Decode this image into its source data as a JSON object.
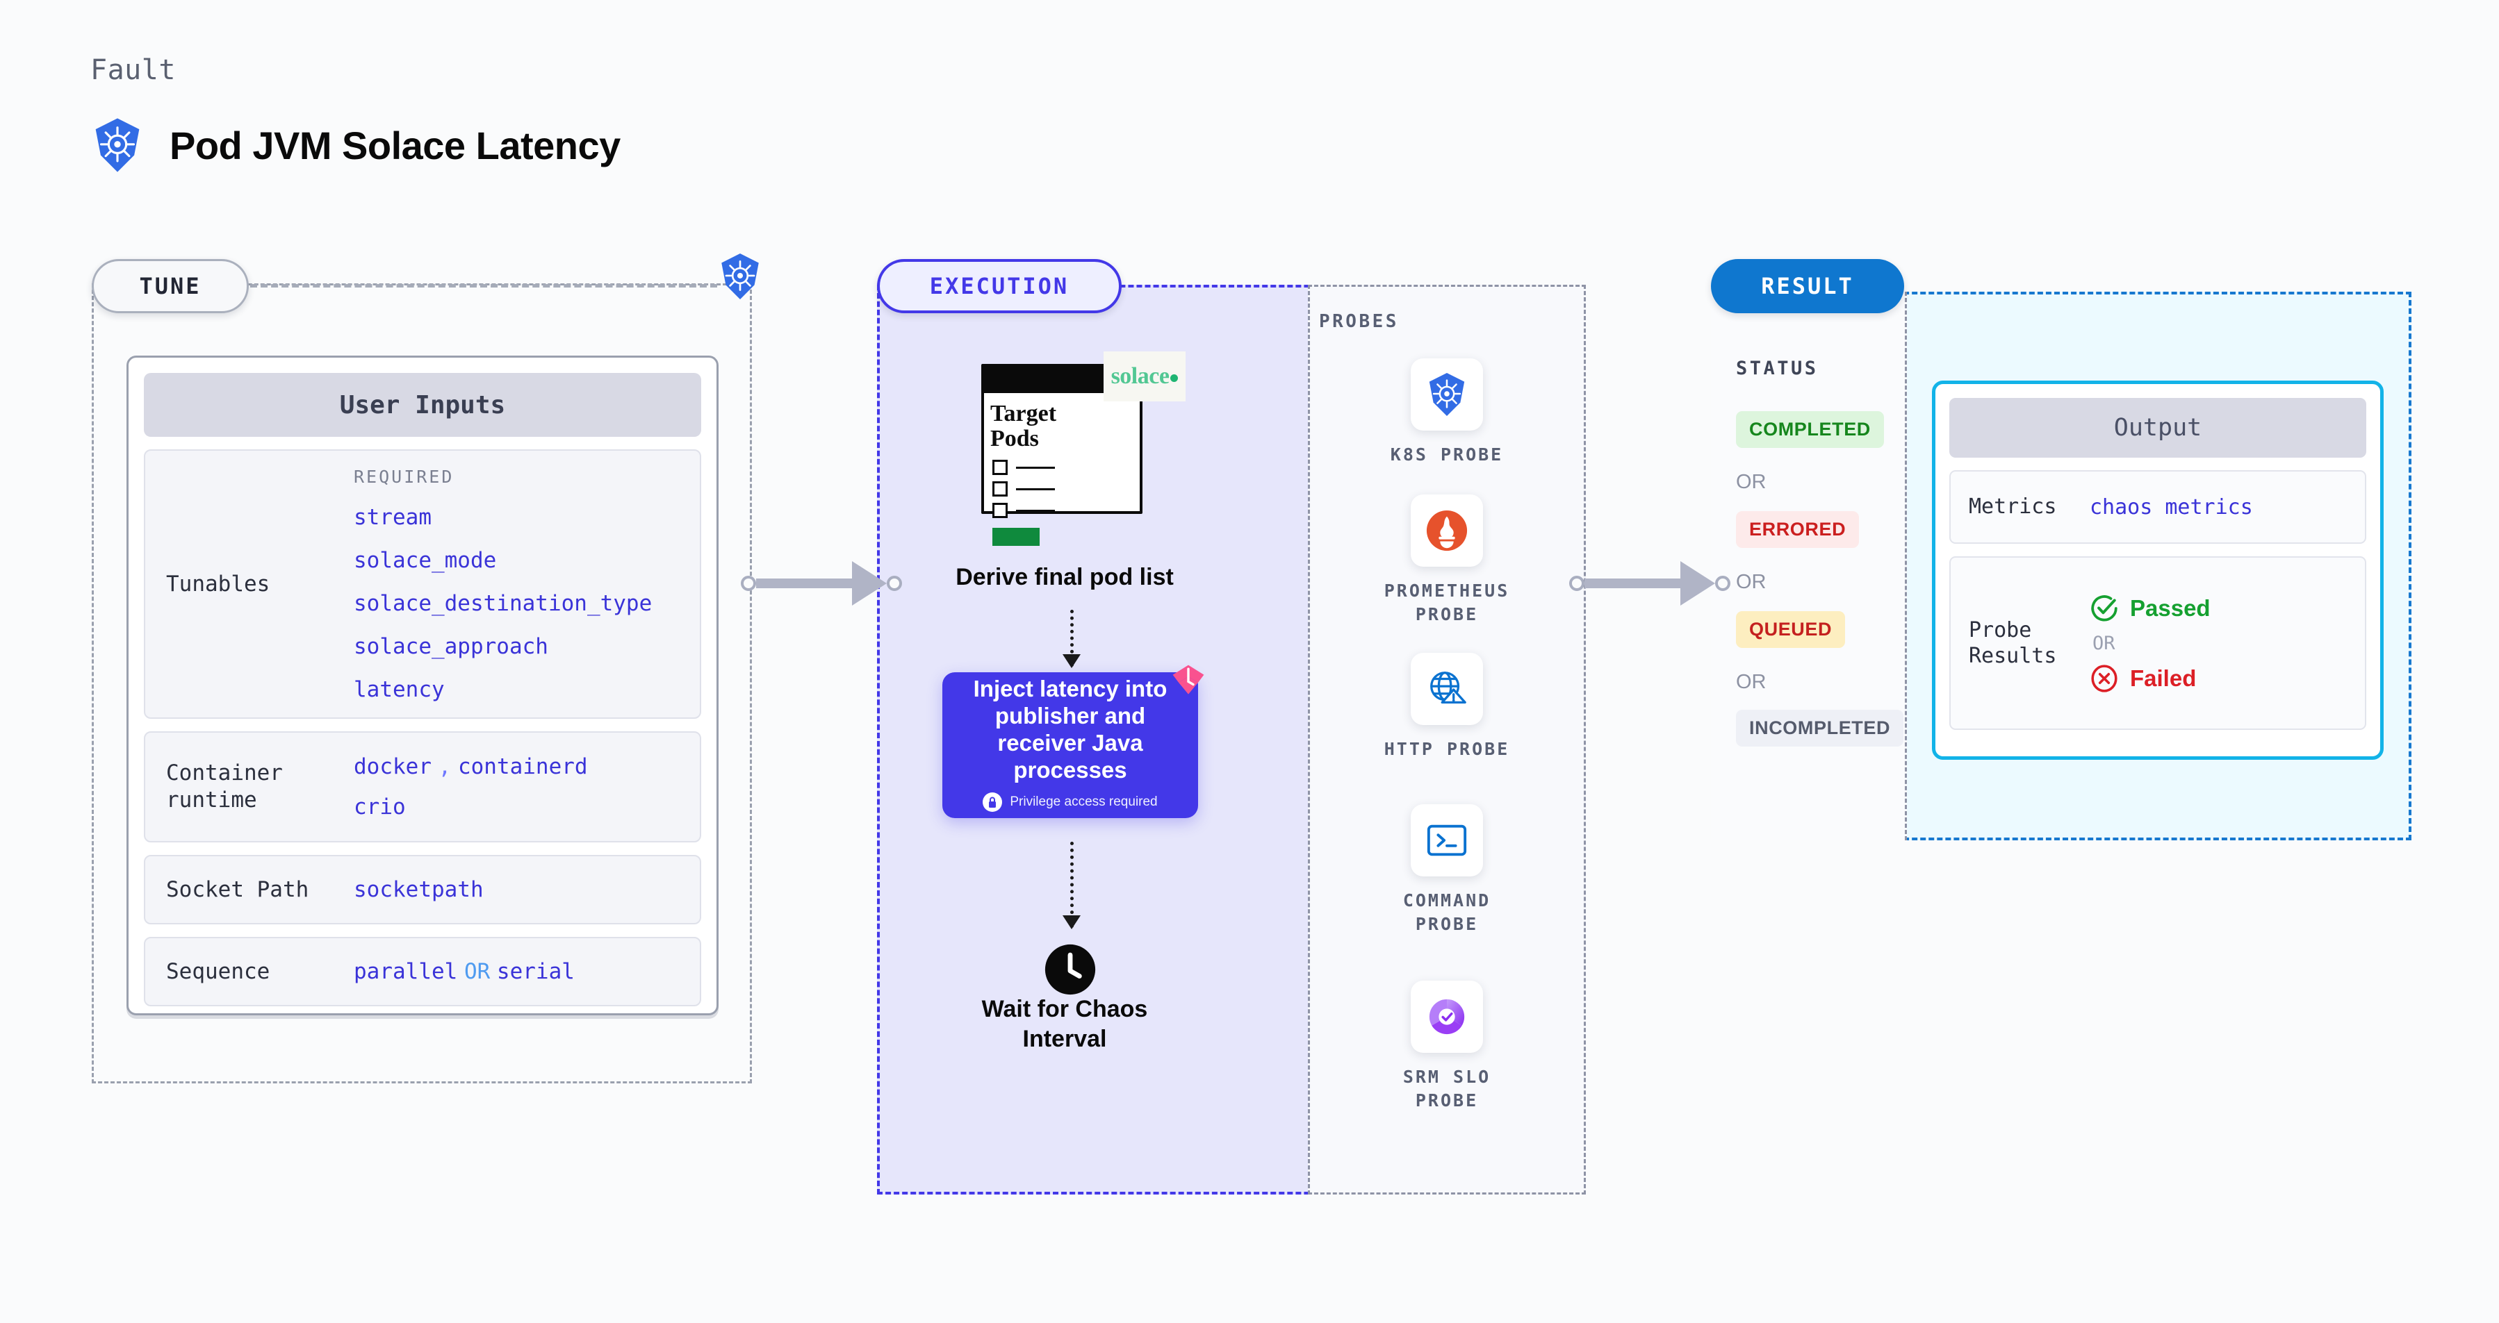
{
  "header": {
    "kicker": "Fault",
    "title": "Pod JVM Solace Latency",
    "icon": "kubernetes-icon"
  },
  "sections": {
    "tune": {
      "label": "TUNE"
    },
    "execution": {
      "label": "EXECUTION"
    },
    "result": {
      "label": "RESULT"
    },
    "probes": {
      "label": "PROBES"
    }
  },
  "tune": {
    "card_title": "User Inputs",
    "rows": [
      {
        "label": "Tunables",
        "caption": "REQUIRED",
        "values": [
          "stream",
          "solace_mode",
          "solace_destination_type",
          "solace_approach",
          "latency"
        ]
      },
      {
        "label": "Container runtime",
        "label_line1": "Container",
        "label_line2": "runtime",
        "values": [
          "docker",
          "containerd",
          "crio"
        ],
        "separator": ","
      },
      {
        "label": "Socket Path",
        "values": [
          "socketpath"
        ]
      },
      {
        "label": "Sequence",
        "values": [
          "parallel",
          "serial"
        ],
        "separator": "OR"
      }
    ]
  },
  "execution": {
    "target_card": {
      "title_line1": "Target",
      "title_line2": "Pods",
      "logo_text": "solace",
      "logo_name": "solace-logo"
    },
    "steps": [
      {
        "caption": "Derive final pod list",
        "icon": "target-pods-document-icon"
      },
      {
        "caption": "Inject latency into publisher and receiver Java processes",
        "privilege_note": "Privilege access required",
        "privilege_icon": "lock-icon",
        "badge_icon": "chaos-ribbon-icon"
      },
      {
        "caption": "Wait for Chaos Interval",
        "icon": "clock-icon"
      }
    ]
  },
  "probes": [
    {
      "label": "K8S PROBE",
      "icon": "kubernetes-icon"
    },
    {
      "label": "PROMETHEUS PROBE",
      "label_line1": "PROMETHEUS",
      "label_line2": "PROBE",
      "icon": "prometheus-icon"
    },
    {
      "label": "HTTP PROBE",
      "icon": "http-globe-warning-icon"
    },
    {
      "label": "COMMAND PROBE",
      "label_line1": "COMMAND",
      "label_line2": "PROBE",
      "icon": "terminal-icon"
    },
    {
      "label": "SRM SLO PROBE",
      "label_line1": "SRM SLO",
      "label_line2": "PROBE",
      "icon": "srm-slo-donut-icon"
    }
  ],
  "result": {
    "status_caption": "STATUS",
    "or_label": "OR",
    "statuses": [
      {
        "label": "COMPLETED",
        "bg": "#ddf5dd",
        "fg": "#16861d"
      },
      {
        "label": "ERRORED",
        "bg": "#fdeaea",
        "fg": "#cb1f1f"
      },
      {
        "label": "QUEUED",
        "bg": "#fdeec0",
        "fg": "#c4201f"
      },
      {
        "label": "INCOMPLETED",
        "bg": "#eef0f6",
        "fg": "#555b6c"
      }
    ],
    "output": {
      "title": "Output",
      "metrics_label": "Metrics",
      "metrics_value": "chaos metrics",
      "probe_label_line1": "Probe",
      "probe_label_line2": "Results",
      "passed": "Passed",
      "failed": "Failed",
      "or_label": "OR",
      "passed_icon": "check-circle-icon",
      "failed_icon": "x-circle-icon"
    }
  },
  "colors": {
    "accent_purple": "#4338e8",
    "accent_blue": "#0f77cf",
    "accent_cyan": "#12b3e8",
    "k8s_blue": "#326ce5",
    "value_blue": "#3a33d8"
  }
}
